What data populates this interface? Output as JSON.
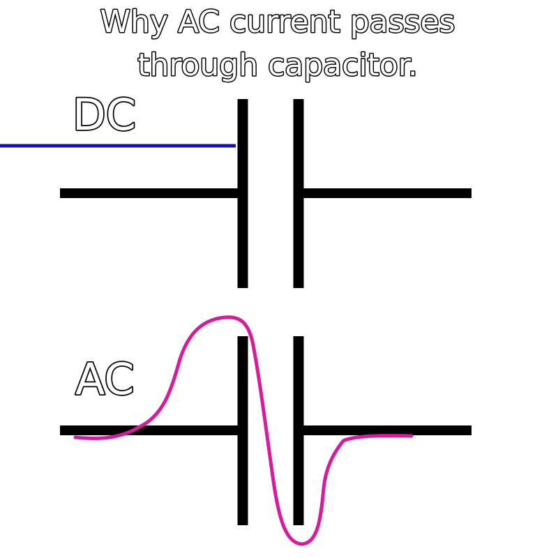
{
  "title": {
    "line1": "Why AC current passes",
    "line2": "through capacitor."
  },
  "labels": {
    "dc": "DC",
    "ac": "AC"
  },
  "colors": {
    "wire": "#000000",
    "dc_signal": "#1010c0",
    "ac_signal": "#d81b9c"
  }
}
